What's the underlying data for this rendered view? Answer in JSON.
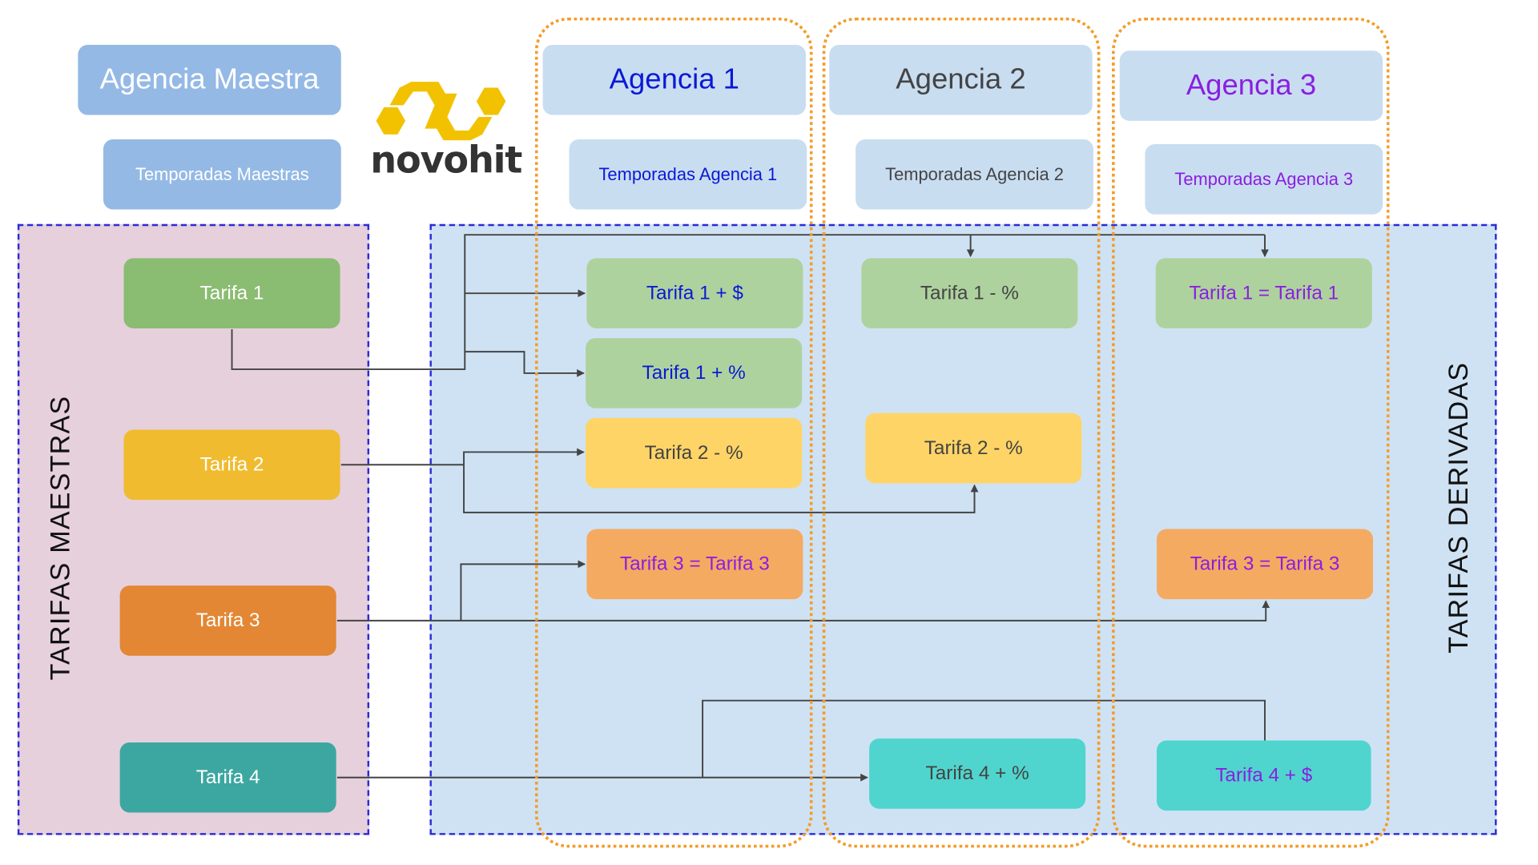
{
  "master": {
    "header": "Agencia Maestra",
    "seasons": "Temporadas Maestras",
    "panel_label": "TARIFAS MAESTRAS",
    "rates": [
      "Tarifa 1",
      "Tarifa 2",
      "Tarifa 3",
      "Tarifa 4"
    ]
  },
  "logo": {
    "text": "novohit",
    "icon": "novohit-logo-icon"
  },
  "derived_label": "TARIFAS DERIVADAS",
  "agencies": [
    {
      "header": "Agencia 1",
      "seasons": "Temporadas Agencia 1",
      "rates": [
        "Tarifa 1 + $",
        "Tarifa 1 + %",
        "Tarifa 2 - %",
        "Tarifa 3 = Tarifa 3"
      ]
    },
    {
      "header": "Agencia 2",
      "seasons": "Temporadas Agencia 2",
      "rates": [
        "Tarifa 1 - %",
        "Tarifa 2 - %",
        "Tarifa 4 + %"
      ]
    },
    {
      "header": "Agencia 3",
      "seasons": "Temporadas Agencia 3",
      "rates": [
        "Tarifa 1 = Tarifa 1",
        "Tarifa 3 = Tarifa 3",
        "Tarifa 4 + $"
      ]
    }
  ],
  "colors": {
    "tarifa1": "#8abc72",
    "tarifa1_light": "#aed29e",
    "tarifa2": "#f0bb2f",
    "tarifa2_light": "#ffd466",
    "tarifa3": "#e38735",
    "tarifa3_light": "#f5aa62",
    "tarifa4": "#3ca7a0",
    "tarifa4_light": "#4fd5ce",
    "agency1_text": "#0b1ad4",
    "agency2_text": "#444444",
    "agency3_text": "#8a1fe0",
    "outline": "#f39c2a"
  }
}
